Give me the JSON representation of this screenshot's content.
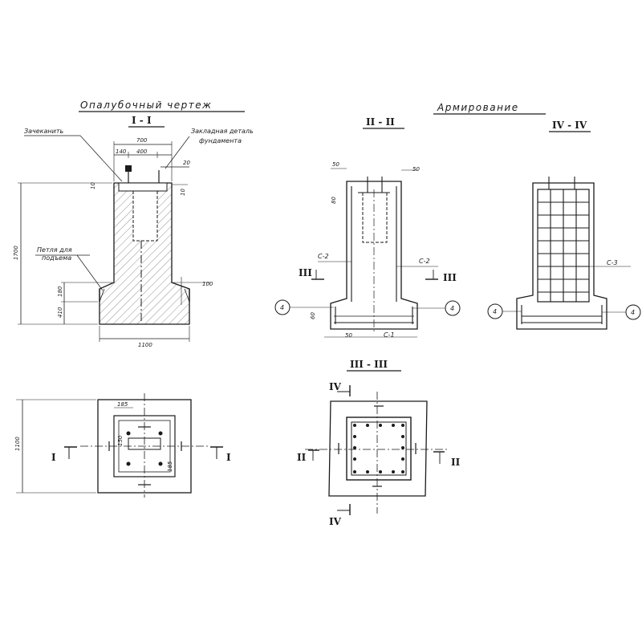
{
  "titles": {
    "formwork": "Опалубочный чертеж",
    "reinforcement": "Армирование"
  },
  "sections": {
    "s1": "I - I",
    "s2": "II - II",
    "s3": "III - III",
    "s4": "IV - IV",
    "roman1": "I",
    "roman2": "II",
    "roman3": "III",
    "roman4": "IV"
  },
  "labels": {
    "grout": "Зачеканить",
    "embed_line1": "Закладная деталь",
    "embed_line2": "фундамента",
    "loop_line1": "Петля для",
    "loop_line2": "подъема"
  },
  "dimensions": {
    "d700": "700",
    "d140": "140",
    "d400": "400",
    "d20": "20",
    "d10": "10",
    "d1700": "1700",
    "d100": "100",
    "d180": "180",
    "d410": "410",
    "d1100": "1100",
    "d1100_plan": "1100",
    "d185": "185",
    "d150": "150",
    "d185b": "185",
    "d50a": "50",
    "d50b": "50",
    "d50c": "50",
    "d80": "80",
    "d60": "60"
  },
  "marks": {
    "c1": "С-1",
    "c2a": "С-2",
    "c2b": "С-2",
    "c3": "С-3",
    "pos4": "4"
  }
}
